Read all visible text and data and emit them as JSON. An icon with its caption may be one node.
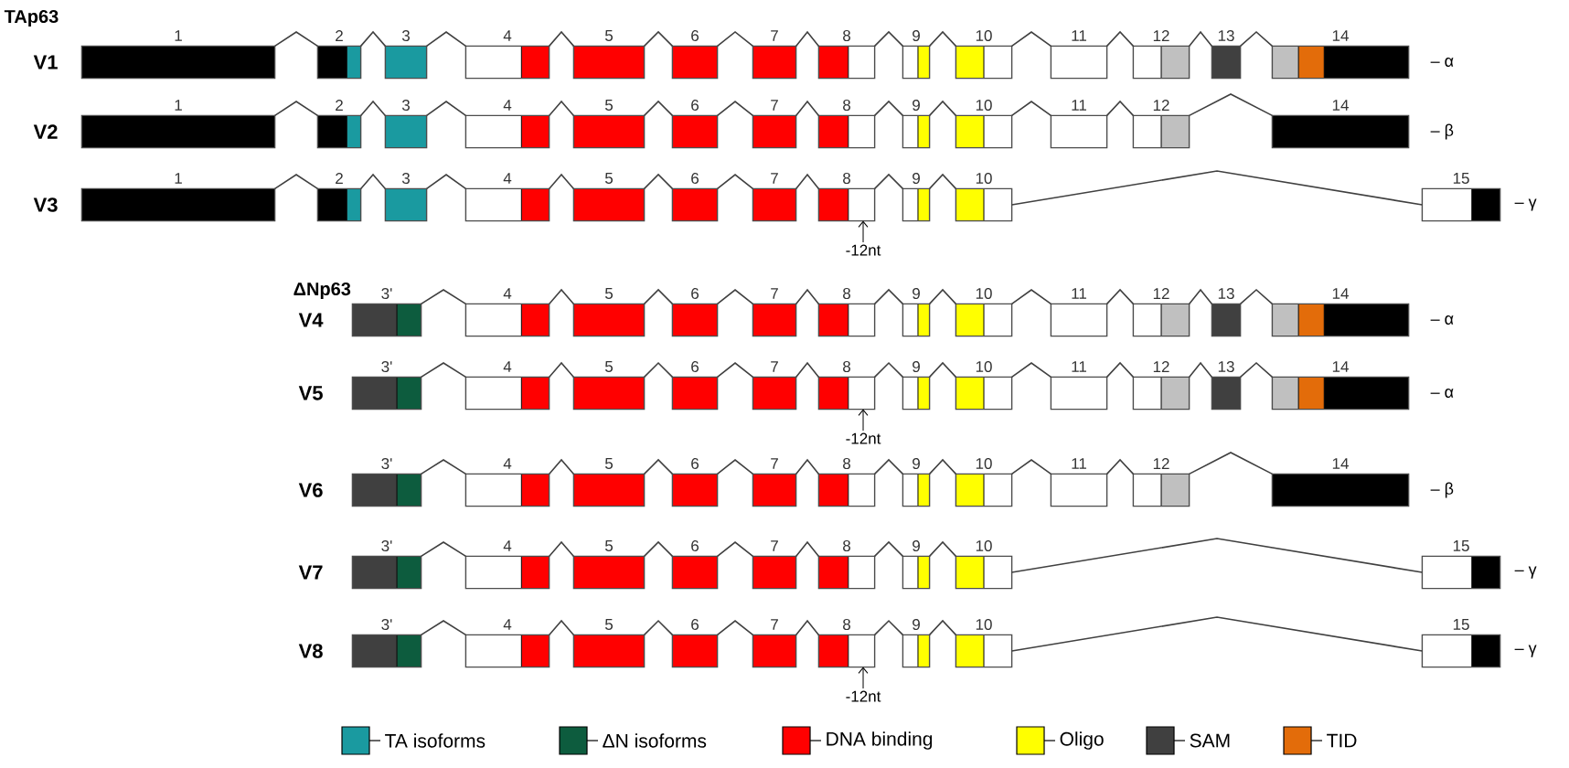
{
  "diagram": {
    "nodes": [
      {
        "text": [
          "1"
        ]
      },
      {
        "text": [
          "2"
        ]
      },
      {
        "text": [
          "3"
        ]
      },
      {
        "text": [
          "4"
        ]
      },
      {
        "text": [
          "5"
        ]
      },
      {
        "text": [
          "6"
        ]
      },
      {
        "text": [
          "7"
        ]
      },
      {
        "text": [
          "8"
        ]
      },
      {
        "text": [
          "9"
        ]
      },
      {
        "text": [
          "10"
        ]
      },
      {
        "text": [
          "11"
        ]
      },
      {
        "text": [
          "12"
        ]
      },
      {
        "text": [
          "13"
        ]
      },
      {
        "text": [
          "14"
        ]
      },
      {
        "text": [
          "1"
        ]
      },
      {
        "text": [
          "2"
        ]
      },
      {
        "text": [
          "3"
        ]
      },
      {
        "text": [
          "4"
        ]
      },
      {
        "text": [
          "5"
        ]
      },
      {
        "text": [
          "6"
        ]
      },
      {
        "text": [
          "7"
        ]
      },
      {
        "text": [
          "8"
        ]
      },
      {
        "text": [
          "9"
        ]
      },
      {
        "text": [
          "10"
        ]
      },
      {
        "text": [
          "11"
        ]
      },
      {
        "text": [
          "12"
        ]
      },
      {
        "text": [
          "14"
        ]
      },
      {
        "text": [
          "1"
        ]
      },
      {
        "text": [
          "2"
        ]
      },
      {
        "text": [
          "3"
        ]
      },
      {
        "text": [
          "4"
        ]
      },
      {
        "text": [
          "5"
        ]
      },
      {
        "text": [
          "6"
        ]
      },
      {
        "text": [
          "7"
        ]
      },
      {
        "text": [
          "8"
        ]
      },
      {
        "text": [
          "9"
        ]
      },
      {
        "text": [
          "10"
        ]
      },
      {
        "text": [
          "15"
        ]
      },
      {
        "text": [
          "-12nt"
        ]
      },
      {
        "text": [
          "3'"
        ]
      },
      {
        "text": [
          "4"
        ]
      },
      {
        "text": [
          "5"
        ]
      },
      {
        "text": [
          "6"
        ]
      },
      {
        "text": [
          "7"
        ]
      },
      {
        "text": [
          "8"
        ]
      },
      {
        "text": [
          "9"
        ]
      },
      {
        "text": [
          "10"
        ]
      },
      {
        "text": [
          "11"
        ]
      },
      {
        "text": [
          "12"
        ]
      },
      {
        "text": [
          "13"
        ]
      },
      {
        "text": [
          "14"
        ]
      },
      {
        "text": [
          "3'"
        ]
      },
      {
        "text": [
          "4"
        ]
      },
      {
        "text": [
          "5"
        ]
      },
      {
        "text": [
          "6"
        ]
      },
      {
        "text": [
          "7"
        ]
      },
      {
        "text": [
          "8"
        ]
      },
      {
        "text": [
          "9"
        ]
      },
      {
        "text": [
          "10"
        ]
      },
      {
        "text": [
          "11"
        ]
      },
      {
        "text": [
          "12"
        ]
      },
      {
        "text": [
          "13"
        ]
      },
      {
        "text": [
          "14"
        ]
      },
      {
        "text": [
          "-12nt"
        ]
      },
      {
        "text": [
          "3'"
        ]
      },
      {
        "text": [
          "4"
        ]
      },
      {
        "text": [
          "5"
        ]
      },
      {
        "text": [
          "6"
        ]
      },
      {
        "text": [
          "7"
        ]
      },
      {
        "text": [
          "8"
        ]
      },
      {
        "text": [
          "9"
        ]
      },
      {
        "text": [
          "10"
        ]
      },
      {
        "text": [
          "11"
        ]
      },
      {
        "text": [
          "12"
        ]
      },
      {
        "text": [
          "14"
        ]
      },
      {
        "text": [
          "3'"
        ]
      },
      {
        "text": [
          "4"
        ]
      },
      {
        "text": [
          "5"
        ]
      },
      {
        "text": [
          "6"
        ]
      },
      {
        "text": [
          "7"
        ]
      },
      {
        "text": [
          "8"
        ]
      },
      {
        "text": [
          "9"
        ]
      },
      {
        "text": [
          "10"
        ]
      },
      {
        "text": [
          "15"
        ]
      },
      {
        "text": [
          "3'"
        ]
      },
      {
        "text": [
          "4"
        ]
      },
      {
        "text": [
          "5"
        ]
      },
      {
        "text": [
          "6"
        ]
      },
      {
        "text": [
          "7"
        ]
      },
      {
        "text": [
          "8"
        ]
      },
      {
        "text": [
          "9"
        ]
      },
      {
        "text": [
          "10"
        ]
      },
      {
        "text": [
          "15"
        ]
      },
      {
        "text": [
          "-12nt"
        ]
      }
    ],
    "edges": [
      {
        "from": 0,
        "to": 1,
        "arrow": "none"
      },
      {
        "from": 1,
        "to": 2,
        "arrow": "none"
      },
      {
        "from": 2,
        "to": 3,
        "arrow": "none"
      },
      {
        "from": 3,
        "to": 4,
        "arrow": "none"
      },
      {
        "from": 4,
        "to": 5,
        "arrow": "none"
      },
      {
        "from": 5,
        "to": 6,
        "arrow": "none"
      },
      {
        "from": 6,
        "to": 7,
        "arrow": "none"
      },
      {
        "from": 7,
        "to": 8,
        "arrow": "none"
      },
      {
        "from": 8,
        "to": 9,
        "arrow": "none"
      },
      {
        "from": 9,
        "to": 10,
        "arrow": "none"
      },
      {
        "from": 10,
        "to": 11,
        "arrow": "none"
      },
      {
        "from": 11,
        "to": 12,
        "arrow": "none"
      },
      {
        "from": 12,
        "to": 13,
        "arrow": "none"
      },
      {
        "from": 14,
        "to": 15,
        "arrow": "none"
      },
      {
        "from": 15,
        "to": 16,
        "arrow": "none"
      },
      {
        "from": 16,
        "to": 17,
        "arrow": "none"
      },
      {
        "from": 17,
        "to": 18,
        "arrow": "none"
      },
      {
        "from": 18,
        "to": 19,
        "arrow": "none"
      },
      {
        "from": 19,
        "to": 20,
        "arrow": "none"
      },
      {
        "from": 20,
        "to": 21,
        "arrow": "none"
      },
      {
        "from": 21,
        "to": 22,
        "arrow": "none"
      },
      {
        "from": 22,
        "to": 23,
        "arrow": "none"
      },
      {
        "from": 23,
        "to": 24,
        "arrow": "none"
      },
      {
        "from": 24,
        "to": 25,
        "arrow": "none"
      },
      {
        "from": 25,
        "to": 26,
        "arrow": "none"
      },
      {
        "from": 27,
        "to": 28,
        "arrow": "none"
      },
      {
        "from": 28,
        "to": 29,
        "arrow": "none"
      },
      {
        "from": 29,
        "to": 30,
        "arrow": "none"
      },
      {
        "from": 30,
        "to": 31,
        "arrow": "none"
      },
      {
        "from": 31,
        "to": 32,
        "arrow": "none"
      },
      {
        "from": 32,
        "to": 33,
        "arrow": "none"
      },
      {
        "from": 33,
        "to": 34,
        "arrow": "none"
      },
      {
        "from": 34,
        "to": 35,
        "arrow": "none"
      },
      {
        "from": 35,
        "to": 36,
        "arrow": "none"
      },
      {
        "from": 36,
        "to": 37,
        "arrow": "none"
      },
      {
        "from": 38,
        "to": 34,
        "arrow": "to"
      },
      {
        "from": 39,
        "to": 40,
        "arrow": "none"
      },
      {
        "from": 40,
        "to": 41,
        "arrow": "none"
      },
      {
        "from": 41,
        "to": 42,
        "arrow": "none"
      },
      {
        "from": 42,
        "to": 43,
        "arrow": "none"
      },
      {
        "from": 43,
        "to": 44,
        "arrow": "none"
      },
      {
        "from": 44,
        "to": 45,
        "arrow": "none"
      },
      {
        "from": 45,
        "to": 46,
        "arrow": "none"
      },
      {
        "from": 46,
        "to": 47,
        "arrow": "none"
      },
      {
        "from": 47,
        "to": 48,
        "arrow": "none"
      },
      {
        "from": 48,
        "to": 49,
        "arrow": "none"
      },
      {
        "from": 49,
        "to": 50,
        "arrow": "none"
      },
      {
        "from": 51,
        "to": 52,
        "arrow": "none"
      },
      {
        "from": 52,
        "to": 53,
        "arrow": "none"
      },
      {
        "from": 53,
        "to": 54,
        "arrow": "none"
      },
      {
        "from": 54,
        "to": 55,
        "arrow": "none"
      },
      {
        "from": 55,
        "to": 56,
        "arrow": "none"
      },
      {
        "from": 56,
        "to": 57,
        "arrow": "none"
      },
      {
        "from": 57,
        "to": 58,
        "arrow": "none"
      },
      {
        "from": 58,
        "to": 59,
        "arrow": "none"
      },
      {
        "from": 59,
        "to": 60,
        "arrow": "none"
      },
      {
        "from": 60,
        "to": 61,
        "arrow": "none"
      },
      {
        "from": 61,
        "to": 62,
        "arrow": "none"
      },
      {
        "from": 63,
        "to": 56,
        "arrow": "to"
      },
      {
        "from": 64,
        "to": 65,
        "arrow": "none"
      },
      {
        "from": 65,
        "to": 66,
        "arrow": "none"
      },
      {
        "from": 66,
        "to": 67,
        "arrow": "none"
      },
      {
        "from": 67,
        "to": 68,
        "arrow": "none"
      },
      {
        "from": 68,
        "to": 69,
        "arrow": "none"
      },
      {
        "from": 69,
        "to": 70,
        "arrow": "none"
      },
      {
        "from": 70,
        "to": 71,
        "arrow": "none"
      },
      {
        "from": 71,
        "to": 72,
        "arrow": "none"
      },
      {
        "from": 72,
        "to": 73,
        "arrow": "none"
      },
      {
        "from": 73,
        "to": 74,
        "arrow": "none"
      },
      {
        "from": 75,
        "to": 76,
        "arrow": "none"
      },
      {
        "from": 76,
        "to": 77,
        "arrow": "none"
      },
      {
        "from": 77,
        "to": 78,
        "arrow": "none"
      },
      {
        "from": 78,
        "to": 79,
        "arrow": "none"
      },
      {
        "from": 79,
        "to": 80,
        "arrow": "none"
      },
      {
        "from": 80,
        "to": 81,
        "arrow": "none"
      },
      {
        "from": 81,
        "to": 82,
        "arrow": "none"
      },
      {
        "from": 82,
        "to": 83,
        "arrow": "none"
      },
      {
        "from": 84,
        "to": 85,
        "arrow": "none"
      },
      {
        "from": 85,
        "to": 86,
        "arrow": "none"
      },
      {
        "from": 86,
        "to": 87,
        "arrow": "none"
      },
      {
        "from": 87,
        "to": 88,
        "arrow": "none"
      },
      {
        "from": 88,
        "to": 89,
        "arrow": "none"
      },
      {
        "from": 89,
        "to": 90,
        "arrow": "none"
      },
      {
        "from": 90,
        "to": 91,
        "arrow": "none"
      },
      {
        "from": 91,
        "to": 92,
        "arrow": "none"
      },
      {
        "from": 93,
        "to": 89,
        "arrow": "to"
      }
    ],
    "labels": [
      "TAp63",
      "V1",
      "– α",
      "V2",
      "– β",
      "V3",
      "– γ",
      "ΔNp63",
      "V4",
      "– α",
      "V5",
      "– α",
      "V6",
      "– β",
      "V7",
      "– γ",
      "V8",
      "– γ"
    ],
    "legend": [
      {
        "text": "TA isoforms",
        "color": "#1a9aa0"
      },
      {
        "text": "ΔN isoforms",
        "color": "#0d5c3e"
      },
      {
        "text": "DNA binding",
        "color": "#ff0000"
      },
      {
        "text": "Oligo",
        "color": "#ffff00"
      },
      {
        "text": "SAM",
        "color": "#404040"
      },
      {
        "text": "TID",
        "color": "#e36c0a"
      }
    ]
  }
}
